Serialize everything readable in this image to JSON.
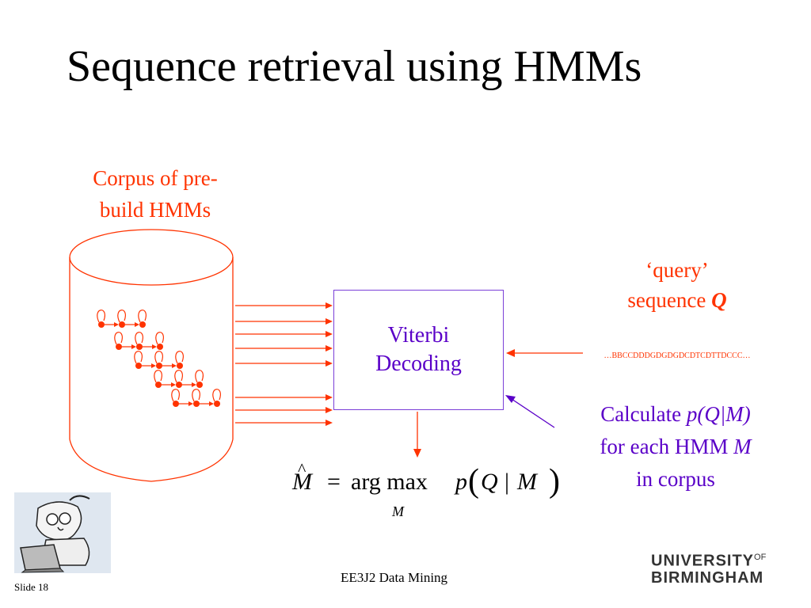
{
  "slide": {
    "title": "Sequence retrieval using HMMs",
    "corpus_label_line1": "Corpus of pre-",
    "corpus_label_line2": "build HMMs",
    "query_label_line1": "‘query’",
    "query_label_line2_prefix": "sequence",
    "query_symbol": "Q",
    "query_sequence": "…BBCCDDDGDGDGDCDTCDTTDCCC…",
    "viterbi_line1": "Viterbi",
    "viterbi_line2": "Decoding",
    "calc_line1_prefix": "Calculate",
    "calc_expression": "p(Q|M)",
    "calc_line2_prefix": "for each HMM",
    "calc_line2_symbol": "M",
    "calc_line3": "in corpus",
    "formula": {
      "lhs": "M",
      "equals": "=",
      "operator": "arg max",
      "subscript": "M",
      "func": "p",
      "arg_q": "Q",
      "bar": "|",
      "arg_m": "M"
    },
    "footer_course": "EE3J2 Data Mining",
    "slide_number": "Slide 18",
    "logo_line1": "UNIVERSITY",
    "logo_of": "OF",
    "logo_line2": "BIRMINGHAM"
  },
  "colors": {
    "red": "#ff3300",
    "purple": "#5a00c8",
    "box_border": "#7b3fd8"
  },
  "icons": {
    "clipart": "cartoon-person-at-laptop-icon"
  }
}
